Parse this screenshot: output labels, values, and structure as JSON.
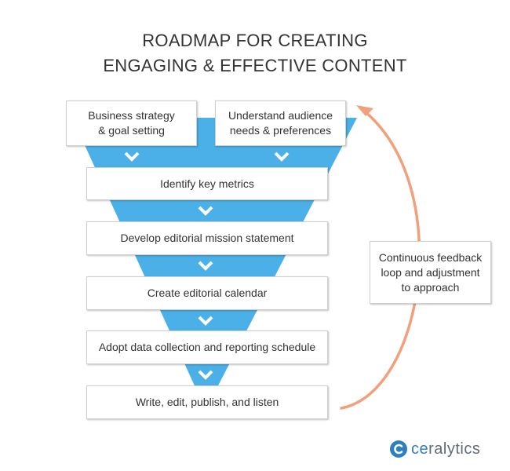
{
  "title": {
    "line1": "ROADMAP FOR CREATING",
    "line2": "ENGAGING & EFFECTIVE CONTENT"
  },
  "steps": {
    "business_strategy": "Business strategy\n& goal setting",
    "audience_needs": "Understand audience\nneeds & preferences",
    "key_metrics": "Identify key metrics",
    "mission_statement": "Develop editorial mission statement",
    "editorial_calendar": "Create editorial calendar",
    "data_collection": "Adopt data collection and reporting schedule",
    "write_publish": "Write, edit, publish, and listen"
  },
  "feedback_loop": {
    "label": "Continuous feedback\nloop and adjustment\nto approach"
  },
  "logo": {
    "brand_prefix": "ce",
    "brand_suffix": "ralytics"
  },
  "colors": {
    "funnel": "#4ab0e7",
    "arrow": "#f2a07b",
    "brand": "#2d7fc1",
    "text": "#333333"
  }
}
